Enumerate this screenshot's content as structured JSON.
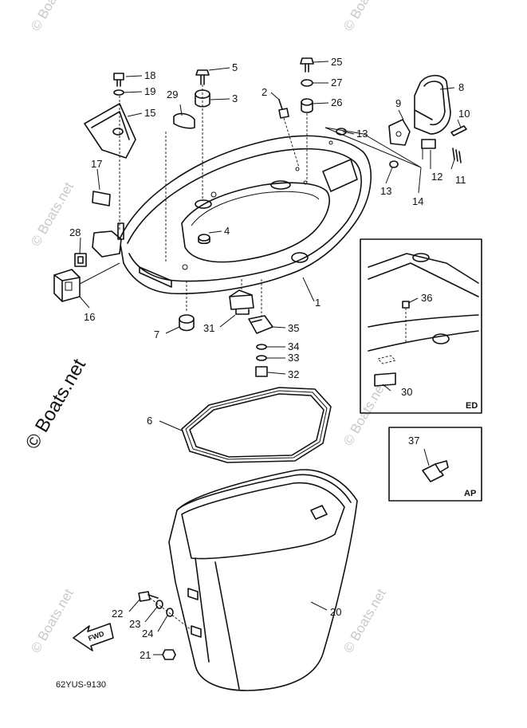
{
  "callouts": {
    "p1": "1",
    "p2": "2",
    "p3": "3",
    "p4": "4",
    "p5": "5",
    "p6": "6",
    "p7": "7",
    "p8": "8",
    "p9": "9",
    "p10": "10",
    "p11": "11",
    "p12": "12",
    "p13a": "13",
    "p13b": "13",
    "p14": "14",
    "p15": "15",
    "p16": "16",
    "p17": "17",
    "p18": "18",
    "p19": "19",
    "p20": "20",
    "p21": "21",
    "p22": "22",
    "p23": "23",
    "p24": "24",
    "p25": "25",
    "p26": "26",
    "p27": "27",
    "p28": "28",
    "p29": "29",
    "p30": "30",
    "p31": "31",
    "p32": "32",
    "p33": "33",
    "p34": "34",
    "p35": "35",
    "p36": "36",
    "p37": "37"
  },
  "insets": {
    "ed_label": "ED",
    "ap_label": "AP"
  },
  "fwd_arrow": {
    "text": "FWD"
  },
  "diagram_code": "62YUS-9130",
  "watermarks": {
    "side": "© Boats.net",
    "corner": "© Boats.net"
  },
  "colors": {
    "line": "#111111",
    "watermark": "#c9c9c9",
    "background": "#ffffff"
  }
}
